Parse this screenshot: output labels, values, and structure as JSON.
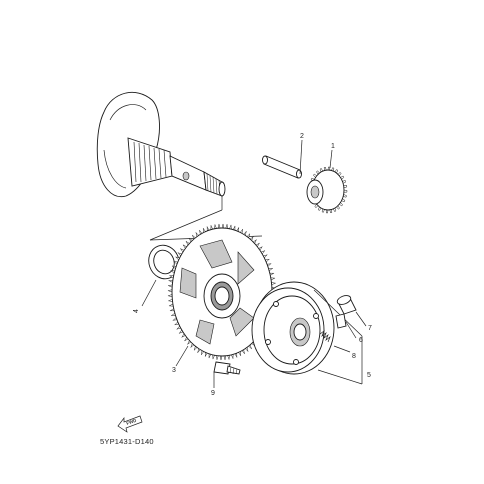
{
  "diagram": {
    "callouts": {
      "part_1": "1",
      "part_2": "2",
      "part_3": "3",
      "part_4": "4",
      "part_5": "5",
      "part_6": "6",
      "part_7": "7",
      "part_8": "8",
      "part_9": "9"
    },
    "fwd_label": "FWD",
    "catalog_code": "5YP1431-D140"
  }
}
